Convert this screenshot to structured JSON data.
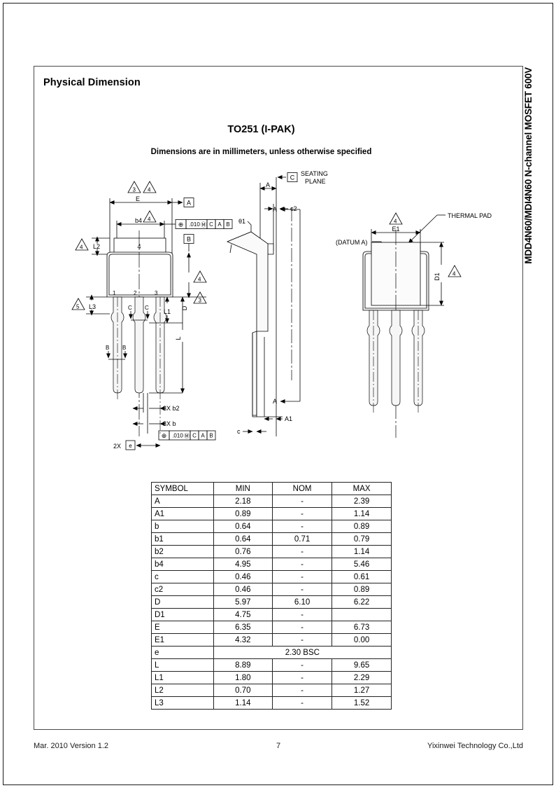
{
  "page": {
    "side_title": "MDD4N60/MDI4N60 N-channel MOSFET 600V",
    "section_heading": "Physical Dimension",
    "package_title": "TO251 (I-PAK)",
    "dimension_note": "Dimensions are in millimeters, unless otherwise specified"
  },
  "footer": {
    "left": "Mar. 2010 Version 1.2",
    "page_number": "7",
    "right": "Yixinwei Technology Co.,Ltd"
  },
  "drawing": {
    "labels": {
      "seating_plane_line1": "SEATING",
      "seating_plane_line2": "PLANE",
      "datum_a": "(DATUM A)",
      "thermal_pad": "THERMAL PAD",
      "datum_c": "C",
      "datum_a_box": "A",
      "datum_b_box": "B",
      "dim_E": "E",
      "dim_b4": "b4",
      "dim_L2": "L2",
      "dim_L3": "L3",
      "dim_D": "D",
      "dim_L1": "L1",
      "dim_L": "L",
      "dim_B": "B",
      "dim_C": "C",
      "dim_A": "A",
      "dim_A1": "A1",
      "dim_c": "c",
      "dim_c2": "c2",
      "dim_E1": "E1",
      "dim_D1": "D1",
      "theta1": "θ1",
      "pin1": "1",
      "pin2": "2",
      "pin3": "3",
      "pad4": "4",
      "note_3x_b2": "3X  b2",
      "note_3x_b": "3X  b",
      "note_2x": "2X",
      "dim_e": "e",
      "fcf_symbol": "⊕",
      "fcf_tol": ".010",
      "fcf_mod": "Ⓜ",
      "fcf_d1": "C",
      "fcf_d2": "A",
      "fcf_d3": "B",
      "note_tri_3": "3",
      "note_tri_4": "4",
      "note_tri_5": "5",
      "view_arrow_a": "A"
    }
  },
  "dimension_table": {
    "columns": [
      "SYMBOL",
      "MIN",
      "NOM",
      "MAX"
    ],
    "rows": [
      {
        "symbol": "A",
        "min": "2.18",
        "nom": "-",
        "max": "2.39"
      },
      {
        "symbol": "A1",
        "min": "0.89",
        "nom": "-",
        "max": "1.14"
      },
      {
        "symbol": "b",
        "min": "0.64",
        "nom": "-",
        "max": "0.89"
      },
      {
        "symbol": "b1",
        "min": "0.64",
        "nom": "0.71",
        "max": "0.79"
      },
      {
        "symbol": "b2",
        "min": "0.76",
        "nom": "-",
        "max": "1.14"
      },
      {
        "symbol": "b4",
        "min": "4.95",
        "nom": "-",
        "max": "5.46"
      },
      {
        "symbol": "c",
        "min": "0.46",
        "nom": "-",
        "max": "0.61"
      },
      {
        "symbol": "c2",
        "min": "0.46",
        "nom": "-",
        "max": "0.89"
      },
      {
        "symbol": "D",
        "min": "5.97",
        "nom": "6.10",
        "max": "6.22"
      },
      {
        "symbol": "D1",
        "min": "4.75",
        "nom": "-",
        "max": ""
      },
      {
        "symbol": "E",
        "min": "6.35",
        "nom": "-",
        "max": "6.73"
      },
      {
        "symbol": "E1",
        "min": "4.32",
        "nom": "-",
        "max": "0.00"
      },
      {
        "symbol": "e",
        "span": "2.30 BSC"
      },
      {
        "symbol": "L",
        "min": "8.89",
        "nom": "-",
        "max": "9.65"
      },
      {
        "symbol": "L1",
        "min": "1.80",
        "nom": "-",
        "max": "2.29"
      },
      {
        "symbol": "L2",
        "min": "0.70",
        "nom": "-",
        "max": "1.27"
      },
      {
        "symbol": "L3",
        "min": "1.14",
        "nom": "-",
        "max": "1.52"
      }
    ]
  },
  "colors": {
    "ink": "#000000",
    "frame": "#4a4a4a",
    "outer_frame": "#1a1a1a",
    "body_fill": "#f2f2f2"
  }
}
